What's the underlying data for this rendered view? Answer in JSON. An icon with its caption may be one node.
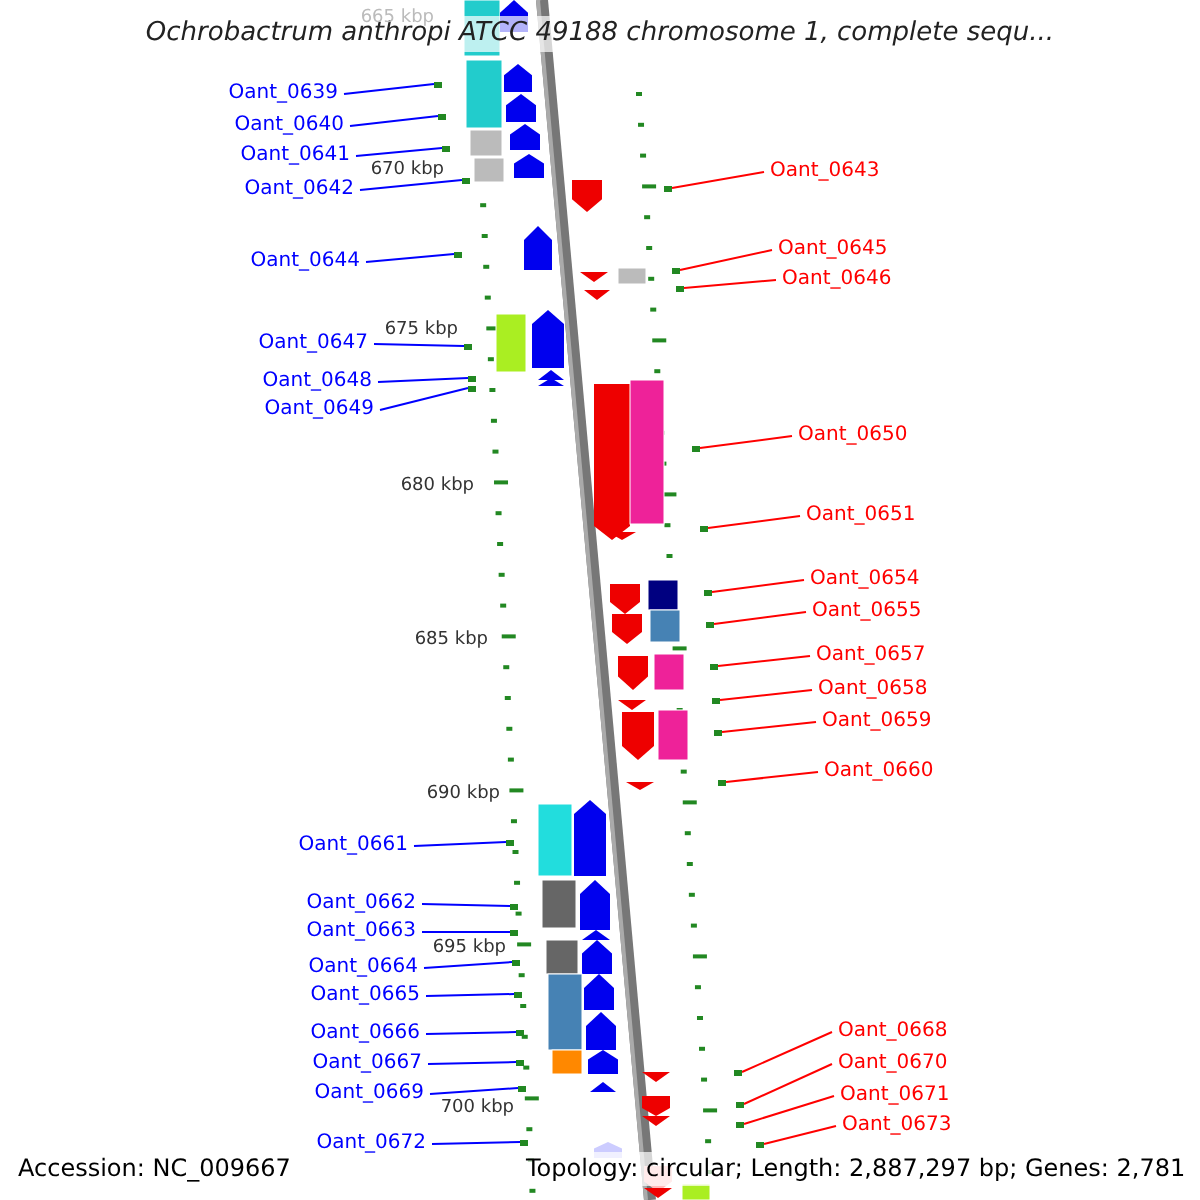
{
  "diagram": {
    "title": "Ochrobactrum anthropi ATCC 49188 chromosome 1, complete sequ...",
    "nodes": [
      {
        "text": [
          "Oant_0639"
        ]
      },
      {
        "text": [
          "Oant_0640"
        ]
      },
      {
        "text": [
          "Oant_0641"
        ]
      },
      {
        "text": [
          "Oant_0643"
        ]
      },
      {
        "text": [
          "Oant_0642"
        ]
      },
      {
        "text": [
          "Oant_0645"
        ]
      },
      {
        "text": [
          "Oant_0644"
        ]
      },
      {
        "text": [
          "Oant_0646"
        ]
      },
      {
        "text": [
          "Oant_0647"
        ]
      },
      {
        "text": [
          "Oant_0648"
        ]
      },
      {
        "text": [
          "Oant_0649"
        ]
      },
      {
        "text": [
          "Oant_0650"
        ]
      },
      {
        "text": [
          "Oant_0651"
        ]
      },
      {
        "text": [
          "Oant_0654"
        ]
      },
      {
        "text": [
          "Oant_0655"
        ]
      },
      {
        "text": [
          "Oant_0657"
        ]
      },
      {
        "text": [
          "Oant_0658"
        ]
      },
      {
        "text": [
          "Oant_0659"
        ]
      },
      {
        "text": [
          "Oant_0660"
        ]
      },
      {
        "text": [
          "Oant_0661"
        ]
      },
      {
        "text": [
          "Oant_0662"
        ]
      },
      {
        "text": [
          "Oant_0663"
        ]
      },
      {
        "text": [
          "Oant_0664"
        ]
      },
      {
        "text": [
          "Oant_0665"
        ]
      },
      {
        "text": [
          "Oant_0668"
        ]
      },
      {
        "text": [
          "Oant_0666"
        ]
      },
      {
        "text": [
          "Oant_0670"
        ]
      },
      {
        "text": [
          "Oant_0667"
        ]
      },
      {
        "text": [
          "Oant_0669"
        ]
      },
      {
        "text": [
          "Oant_0671"
        ]
      },
      {
        "text": [
          "Oant_0673"
        ]
      },
      {
        "text": [
          "Oant_0672"
        ]
      },
      {
        "text": [],
        "shape": "dot"
      },
      {
        "text": [],
        "shape": "dot"
      },
      {
        "text": [],
        "shape": "dot"
      },
      {
        "text": [],
        "shape": "dot"
      },
      {
        "text": [],
        "shape": "dot"
      },
      {
        "text": [],
        "shape": "dot"
      },
      {
        "text": [],
        "shape": "dot"
      },
      {
        "text": [],
        "shape": "dot"
      },
      {
        "text": [],
        "shape": "dot"
      },
      {
        "text": [],
        "shape": "dot"
      },
      {
        "text": [],
        "shape": "dot"
      },
      {
        "text": [],
        "shape": "dot"
      },
      {
        "text": [],
        "shape": "dot"
      },
      {
        "text": [],
        "shape": "dot"
      },
      {
        "text": [],
        "shape": "dot"
      },
      {
        "text": [],
        "shape": "dot"
      },
      {
        "text": [],
        "shape": "dot"
      },
      {
        "text": [],
        "shape": "dot"
      },
      {
        "text": [],
        "shape": "dot"
      },
      {
        "text": [],
        "shape": "dot"
      },
      {
        "text": [],
        "shape": "dot"
      },
      {
        "text": [],
        "shape": "dot"
      },
      {
        "text": [],
        "shape": "dot"
      },
      {
        "text": [],
        "shape": "dot"
      },
      {
        "text": [],
        "shape": "dot"
      },
      {
        "text": [],
        "shape": "dot"
      },
      {
        "text": [],
        "shape": "dot"
      },
      {
        "text": [],
        "shape": "dot"
      },
      {
        "text": [],
        "shape": "dot"
      },
      {
        "text": [],
        "shape": "dot"
      },
      {
        "text": [],
        "shape": "dot"
      },
      {
        "text": [],
        "shape": "dot"
      }
    ],
    "edges": [
      {
        "from": 0,
        "to": 32,
        "arrow": "none"
      },
      {
        "from": 1,
        "to": 33,
        "arrow": "none"
      },
      {
        "from": 2,
        "to": 34,
        "arrow": "none"
      },
      {
        "from": 3,
        "to": 35,
        "arrow": "none",
        "color": "#ff0000"
      },
      {
        "from": 4,
        "to": 36,
        "arrow": "none"
      },
      {
        "from": 5,
        "to": 37,
        "arrow": "none",
        "color": "#ff0000"
      },
      {
        "from": 6,
        "to": 38,
        "arrow": "none"
      },
      {
        "from": 7,
        "to": 39,
        "arrow": "none",
        "color": "#ff0000"
      },
      {
        "from": 8,
        "to": 40,
        "arrow": "none"
      },
      {
        "from": 9,
        "to": 41,
        "arrow": "none"
      },
      {
        "from": 10,
        "to": 42,
        "arrow": "none"
      },
      {
        "from": 11,
        "to": 43,
        "arrow": "none",
        "color": "#ff0000"
      },
      {
        "from": 12,
        "to": 44,
        "arrow": "none",
        "color": "#ff0000"
      },
      {
        "from": 13,
        "to": 45,
        "arrow": "none",
        "color": "#ff0000"
      },
      {
        "from": 14,
        "to": 46,
        "arrow": "none",
        "color": "#ff0000"
      },
      {
        "from": 15,
        "to": 47,
        "arrow": "none",
        "color": "#ff0000"
      },
      {
        "from": 16,
        "to": 48,
        "arrow": "none",
        "color": "#ff0000"
      },
      {
        "from": 17,
        "to": 49,
        "arrow": "none",
        "color": "#ff0000"
      },
      {
        "from": 18,
        "to": 50,
        "arrow": "none",
        "color": "#ff0000"
      },
      {
        "from": 19,
        "to": 51,
        "arrow": "none"
      },
      {
        "from": 20,
        "to": 52,
        "arrow": "none"
      },
      {
        "from": 21,
        "to": 53,
        "arrow": "none"
      },
      {
        "from": 22,
        "to": 54,
        "arrow": "none"
      },
      {
        "from": 23,
        "to": 55,
        "arrow": "none"
      },
      {
        "from": 24,
        "to": 56,
        "arrow": "none",
        "color": "#ff0000"
      },
      {
        "from": 25,
        "to": 57,
        "arrow": "none"
      },
      {
        "from": 26,
        "to": 58,
        "arrow": "none",
        "color": "#ff0000"
      },
      {
        "from": 27,
        "to": 59,
        "arrow": "none"
      },
      {
        "from": 28,
        "to": 60,
        "arrow": "none"
      },
      {
        "from": 29,
        "to": 61,
        "arrow": "none",
        "color": "#ff0000"
      },
      {
        "from": 30,
        "to": 62,
        "arrow": "none",
        "color": "#ff0000"
      },
      {
        "from": 31,
        "to": 63,
        "arrow": "none"
      }
    ],
    "labels": [
      "665 kbp",
      "670 kbp",
      "675 kbp",
      "680 kbp",
      "685 kbp",
      "690 kbp",
      "695 kbp",
      "700 kbp",
      "Accession: NC_009667",
      "Topology: circular; Length: 2,887,297 bp; Genes: 2,781"
    ]
  }
}
